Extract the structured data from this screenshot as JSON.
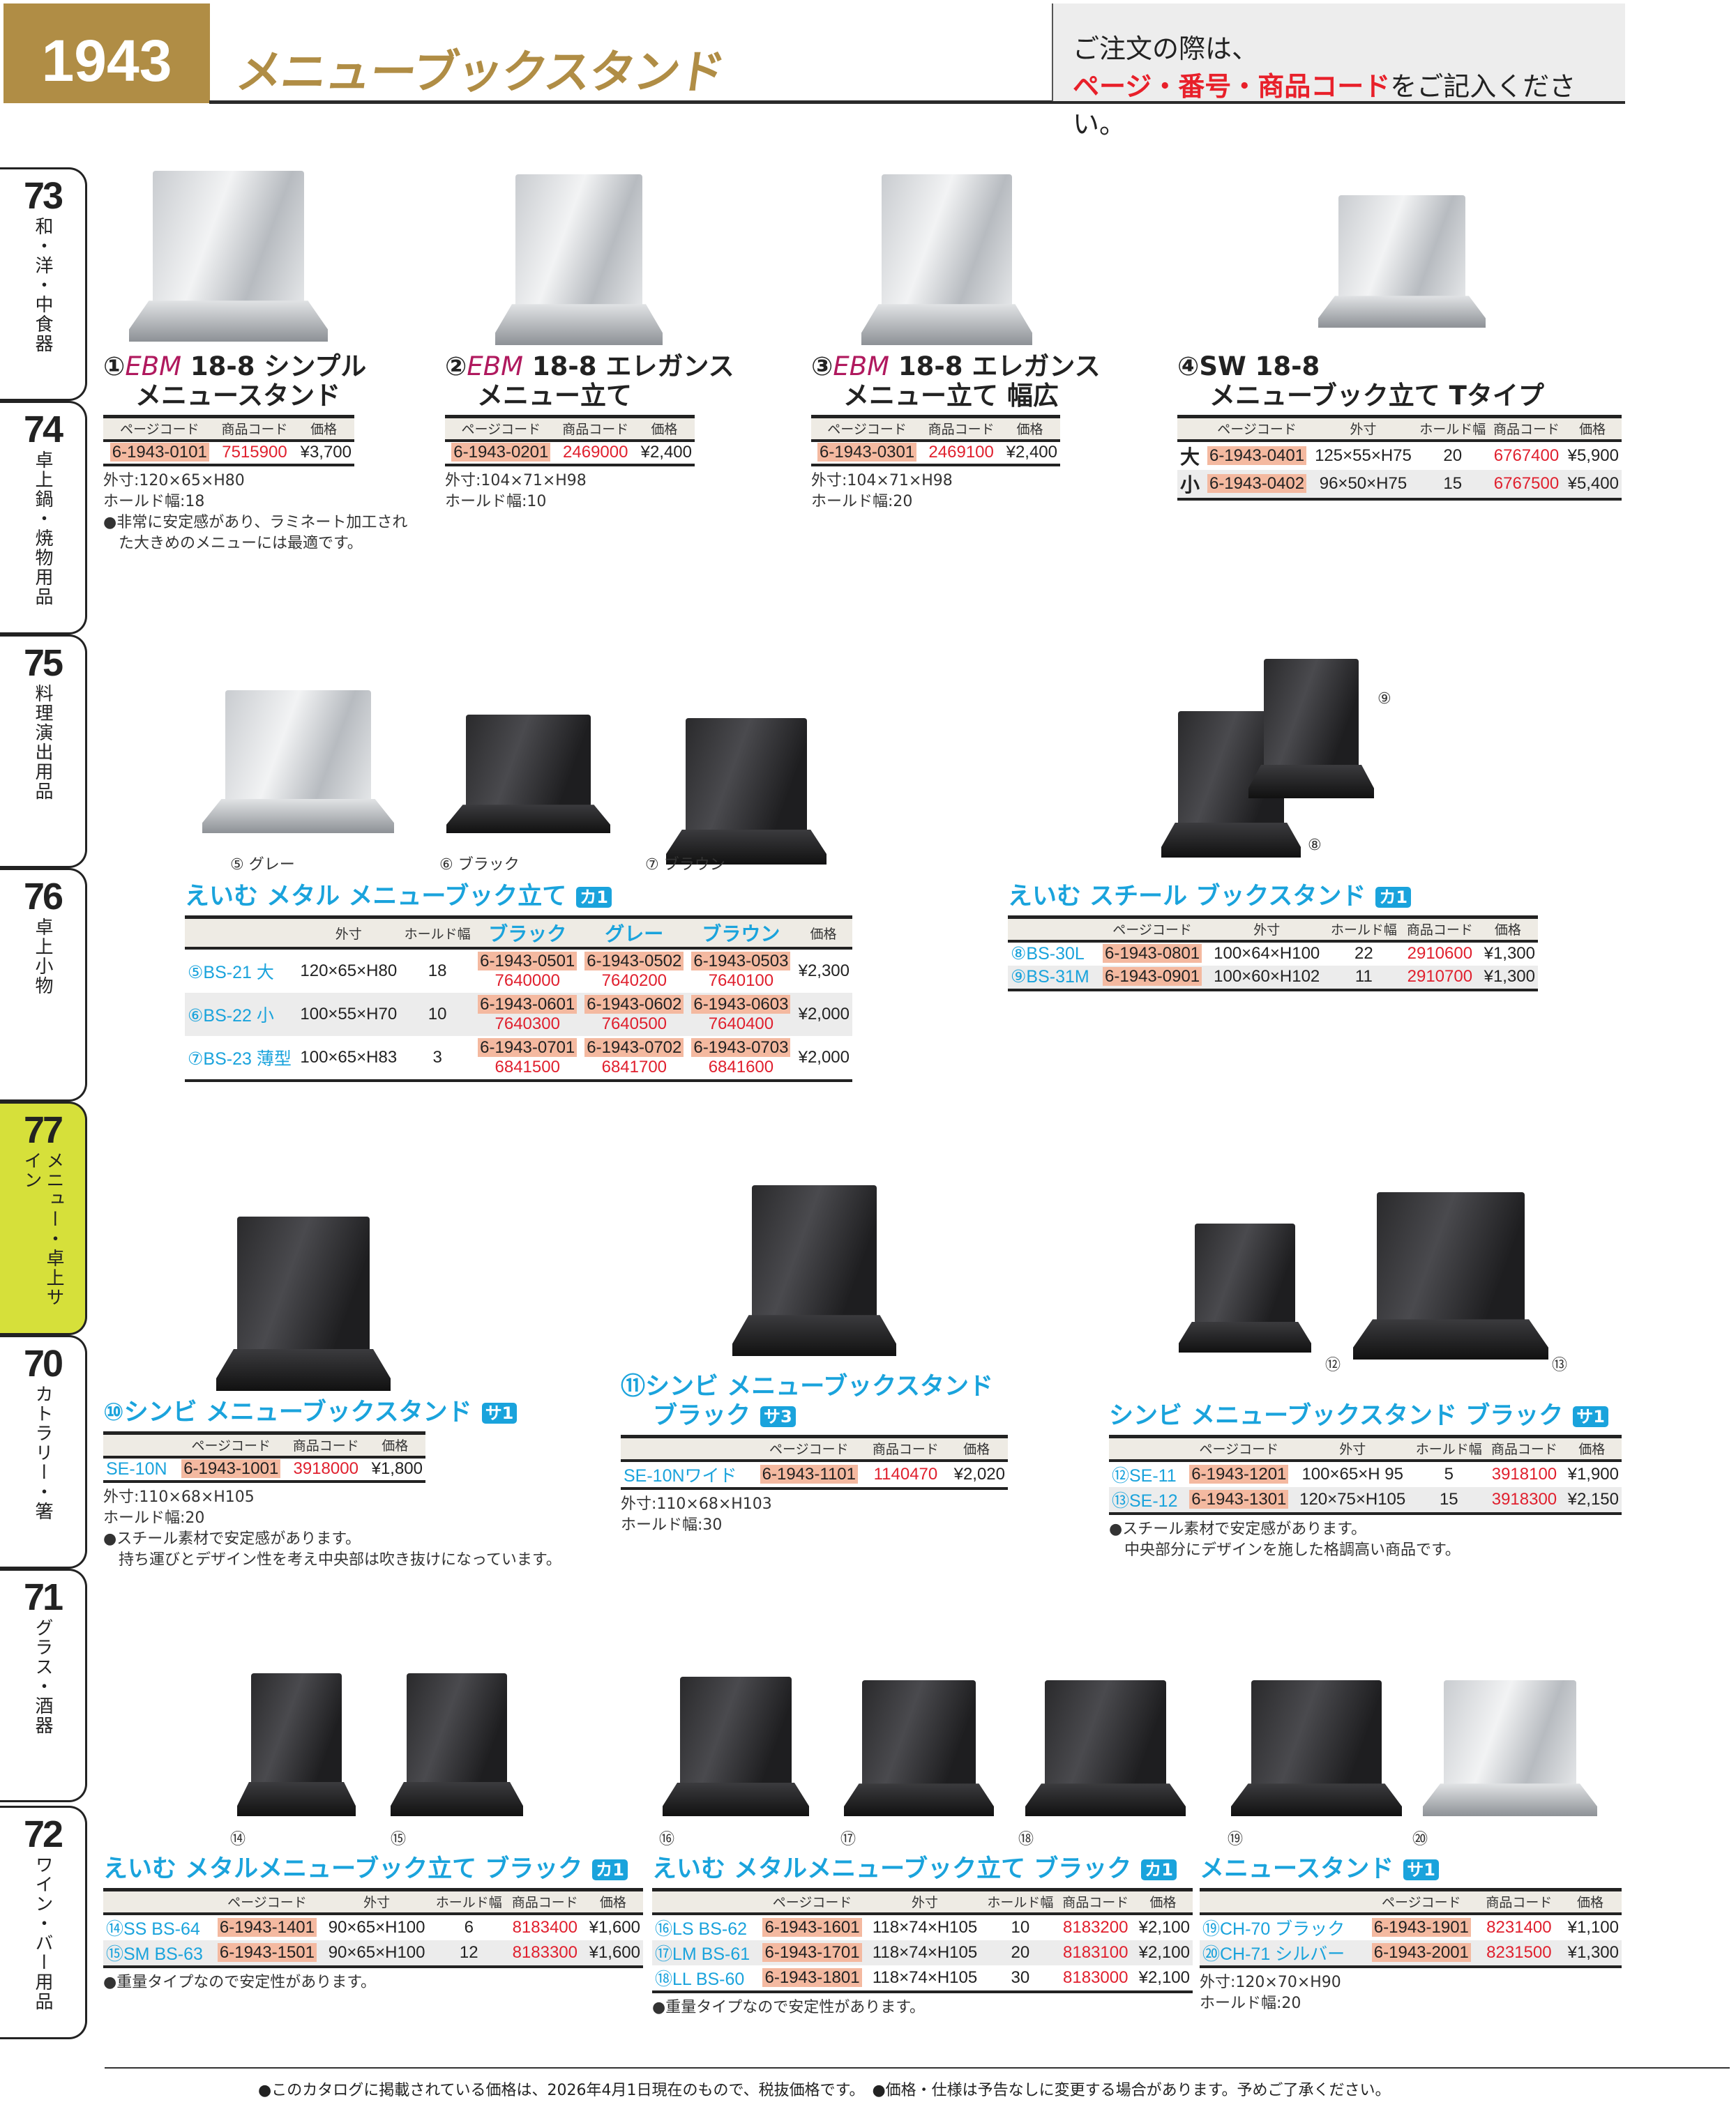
{
  "header": {
    "number": "1943",
    "title": "メニューブックスタンド",
    "note_line1": "ご注文の際は、",
    "note_red": "ページ・番号・商品コード",
    "note_rest": "をご記入ください。"
  },
  "tabs": [
    {
      "num": "73",
      "label": "和・洋・中食器"
    },
    {
      "num": "74",
      "label": "卓上鍋・焼物用品"
    },
    {
      "num": "75",
      "label": "料理演出用品"
    },
    {
      "num": "76",
      "label": "卓上小物"
    },
    {
      "num": "77",
      "label": "メニュー・卓上サイン",
      "active": true
    },
    {
      "num": "70",
      "label": "カトラリー・箸"
    },
    {
      "num": "71",
      "label": "グラス・酒器"
    },
    {
      "num": "72",
      "label": "ワイン・バー用品"
    }
  ],
  "image_labels": [
    "⑤ グレー",
    "⑥ ブラック",
    "⑦ ブラウン",
    "⑨",
    "⑧",
    "⑫",
    "⑬",
    "⑭",
    "⑮",
    "⑯",
    "⑰",
    "⑱",
    "⑲",
    "⑳"
  ],
  "sections": [
    {
      "id": "s1",
      "num": "①",
      "brand": "EBM",
      "title_lines": [
        "18-8 シンプル",
        "メニュースタンド"
      ],
      "headers": [
        "ページコード",
        "商品コード",
        "価格"
      ],
      "rows": [
        [
          "6-1943-0101",
          "7515900",
          "¥3,700"
        ]
      ],
      "notes": [
        "外寸:120×65×H80",
        "ホールド幅:18",
        "●非常に安定感があり、ラミネート加工され",
        "　た大きめのメニューには最適です。"
      ]
    },
    {
      "id": "s2",
      "num": "②",
      "brand": "EBM",
      "title_lines": [
        "18-8 エレガンス",
        "メニュー立て"
      ],
      "headers": [
        "ページコード",
        "商品コード",
        "価格"
      ],
      "rows": [
        [
          "6-1943-0201",
          "2469000",
          "¥2,400"
        ]
      ],
      "notes": [
        "外寸:104×71×H98",
        "ホールド幅:10"
      ]
    },
    {
      "id": "s3",
      "num": "③",
      "brand": "EBM",
      "title_lines": [
        "18-8 エレガンス",
        "メニュー立て 幅広"
      ],
      "headers": [
        "ページコード",
        "商品コード",
        "価格"
      ],
      "rows": [
        [
          "6-1943-0301",
          "2469100",
          "¥2,400"
        ]
      ],
      "notes": [
        "外寸:104×71×H98",
        "ホールド幅:20"
      ]
    },
    {
      "id": "s4",
      "num": "④",
      "brand": "",
      "title_lines": [
        "SW 18-8",
        "メニューブック立て Tタイプ"
      ],
      "headers": [
        "",
        "ページコード",
        "外寸",
        "ホールド幅",
        "商品コード",
        "価格"
      ],
      "rows": [
        [
          "大",
          "6-1943-0401",
          "125×55×H75",
          "20",
          "6767400",
          "¥5,900"
        ],
        [
          "小",
          "6-1943-0402",
          "96×50×H75",
          "15",
          "6767500",
          "¥5,400"
        ]
      ],
      "notes": []
    },
    {
      "id": "s5",
      "num": "",
      "brand": "",
      "blue": true,
      "badge": "カ1",
      "title_lines": [
        "えいむ メタル メニューブック立て"
      ],
      "headers": [
        "",
        "外寸",
        "ホールド幅",
        "ブラック",
        "グレー",
        "ブラウン",
        "価格"
      ],
      "rows": [
        [
          "⑤BS-21 大",
          "120×65×H80",
          "18",
          [
            "6-1943-0501",
            "7640000"
          ],
          [
            "6-1943-0502",
            "7640200"
          ],
          [
            "6-1943-0503",
            "7640100"
          ],
          "¥2,300"
        ],
        [
          "⑥BS-22 小",
          "100×55×H70",
          "10",
          [
            "6-1943-0601",
            "7640300"
          ],
          [
            "6-1943-0602",
            "7640500"
          ],
          [
            "6-1943-0603",
            "7640400"
          ],
          "¥2,000"
        ],
        [
          "⑦BS-23 薄型",
          "100×65×H83",
          "3",
          [
            "6-1943-0701",
            "6841500"
          ],
          [
            "6-1943-0702",
            "6841700"
          ],
          [
            "6-1943-0703",
            "6841600"
          ],
          "¥2,000"
        ]
      ],
      "notes": []
    },
    {
      "id": "s8",
      "num": "",
      "brand": "",
      "blue": true,
      "badge": "カ1",
      "title_lines": [
        "えいむ スチール ブックスタンド"
      ],
      "headers": [
        "",
        "ページコード",
        "外寸",
        "ホールド幅",
        "商品コード",
        "価格"
      ],
      "rows": [
        [
          "⑧BS-30L",
          "6-1943-0801",
          "100×64×H100",
          "22",
          "2910600",
          "¥1,300"
        ],
        [
          "⑨BS-31M",
          "6-1943-0901",
          "100×60×H102",
          "11",
          "2910700",
          "¥1,300"
        ]
      ],
      "notes": []
    },
    {
      "id": "s10",
      "num": "⑩",
      "brand": "",
      "blue": true,
      "badge": "サ1",
      "title_lines": [
        "シンビ メニューブックスタンド"
      ],
      "headers": [
        "",
        "ページコード",
        "商品コード",
        "価格"
      ],
      "rows": [
        [
          "SE-10N",
          "6-1943-1001",
          "3918000",
          "¥1,800"
        ]
      ],
      "notes": [
        "外寸:110×68×H105",
        "ホールド幅:20",
        "●スチール素材で安定感があります。",
        "　持ち運びとデザイン性を考え中央部は吹き抜けになっています。"
      ]
    },
    {
      "id": "s11",
      "num": "⑪",
      "brand": "",
      "blue": true,
      "badge": "サ3",
      "title_lines": [
        "シンビ メニューブックスタンド",
        "ブラック"
      ],
      "headers": [
        "",
        "ページコード",
        "商品コード",
        "価格"
      ],
      "rows": [
        [
          "SE-10Nワイド",
          "6-1943-1101",
          "1140470",
          "¥2,020"
        ]
      ],
      "notes": [
        "外寸:110×68×H103",
        "ホールド幅:30"
      ]
    },
    {
      "id": "s12",
      "num": "",
      "brand": "",
      "blue": true,
      "badge": "サ1",
      "title_lines": [
        "シンビ メニューブックスタンド ブラック"
      ],
      "headers": [
        "",
        "ページコード",
        "外寸",
        "ホールド幅",
        "商品コード",
        "価格"
      ],
      "rows": [
        [
          "⑫SE-11",
          "6-1943-1201",
          "100×65×H 95",
          "5",
          "3918100",
          "¥1,900"
        ],
        [
          "⑬SE-12",
          "6-1943-1301",
          "120×75×H105",
          "15",
          "3918300",
          "¥2,150"
        ]
      ],
      "notes": [
        "●スチール素材で安定感があります。",
        "　中央部分にデザインを施した格調高い商品です。"
      ]
    },
    {
      "id": "s14",
      "num": "",
      "brand": "",
      "blue": true,
      "badge": "カ1",
      "title_lines": [
        "えいむ メタルメニューブック立て ブラック"
      ],
      "headers": [
        "",
        "ページコード",
        "外寸",
        "ホールド幅",
        "商品コード",
        "価格"
      ],
      "rows": [
        [
          "⑭SS BS-64",
          "6-1943-1401",
          "90×65×H100",
          "6",
          "8183400",
          "¥1,600"
        ],
        [
          "⑮SM BS-63",
          "6-1943-1501",
          "90×65×H100",
          "12",
          "8183300",
          "¥1,600"
        ]
      ],
      "notes": [
        "●重量タイプなので安定性があります。"
      ]
    },
    {
      "id": "s16",
      "num": "",
      "brand": "",
      "blue": true,
      "badge": "カ1",
      "title_lines": [
        "えいむ メタルメニューブック立て ブラック"
      ],
      "headers": [
        "",
        "ページコード",
        "外寸",
        "ホールド幅",
        "商品コード",
        "価格"
      ],
      "rows": [
        [
          "⑯LS BS-62",
          "6-1943-1601",
          "118×74×H105",
          "10",
          "8183200",
          "¥2,100"
        ],
        [
          "⑰LM BS-61",
          "6-1943-1701",
          "118×74×H105",
          "20",
          "8183100",
          "¥2,100"
        ],
        [
          "⑱LL BS-60",
          "6-1943-1801",
          "118×74×H105",
          "30",
          "8183000",
          "¥2,100"
        ]
      ],
      "notes": [
        "●重量タイプなので安定性があります。"
      ]
    },
    {
      "id": "s19",
      "num": "",
      "brand": "",
      "blue": true,
      "badge": "サ1",
      "title_lines": [
        "メニュースタンド"
      ],
      "headers": [
        "",
        "ページコード",
        "商品コード",
        "価格"
      ],
      "rows": [
        [
          "⑲CH-70 ブラック",
          "6-1943-1901",
          "8231400",
          "¥1,100"
        ],
        [
          "⑳CH-71 シルバー",
          "6-1943-2001",
          "8231500",
          "¥1,300"
        ]
      ],
      "notes": [
        "外寸:120×70×H90",
        "ホールド幅:20"
      ]
    }
  ],
  "footer": "●このカタログに掲載されている価格は、2026年4月1日現在のもので、税抜価格です。　●価格・仕様は予告なしに変更する場合があります。予めご了承ください。"
}
